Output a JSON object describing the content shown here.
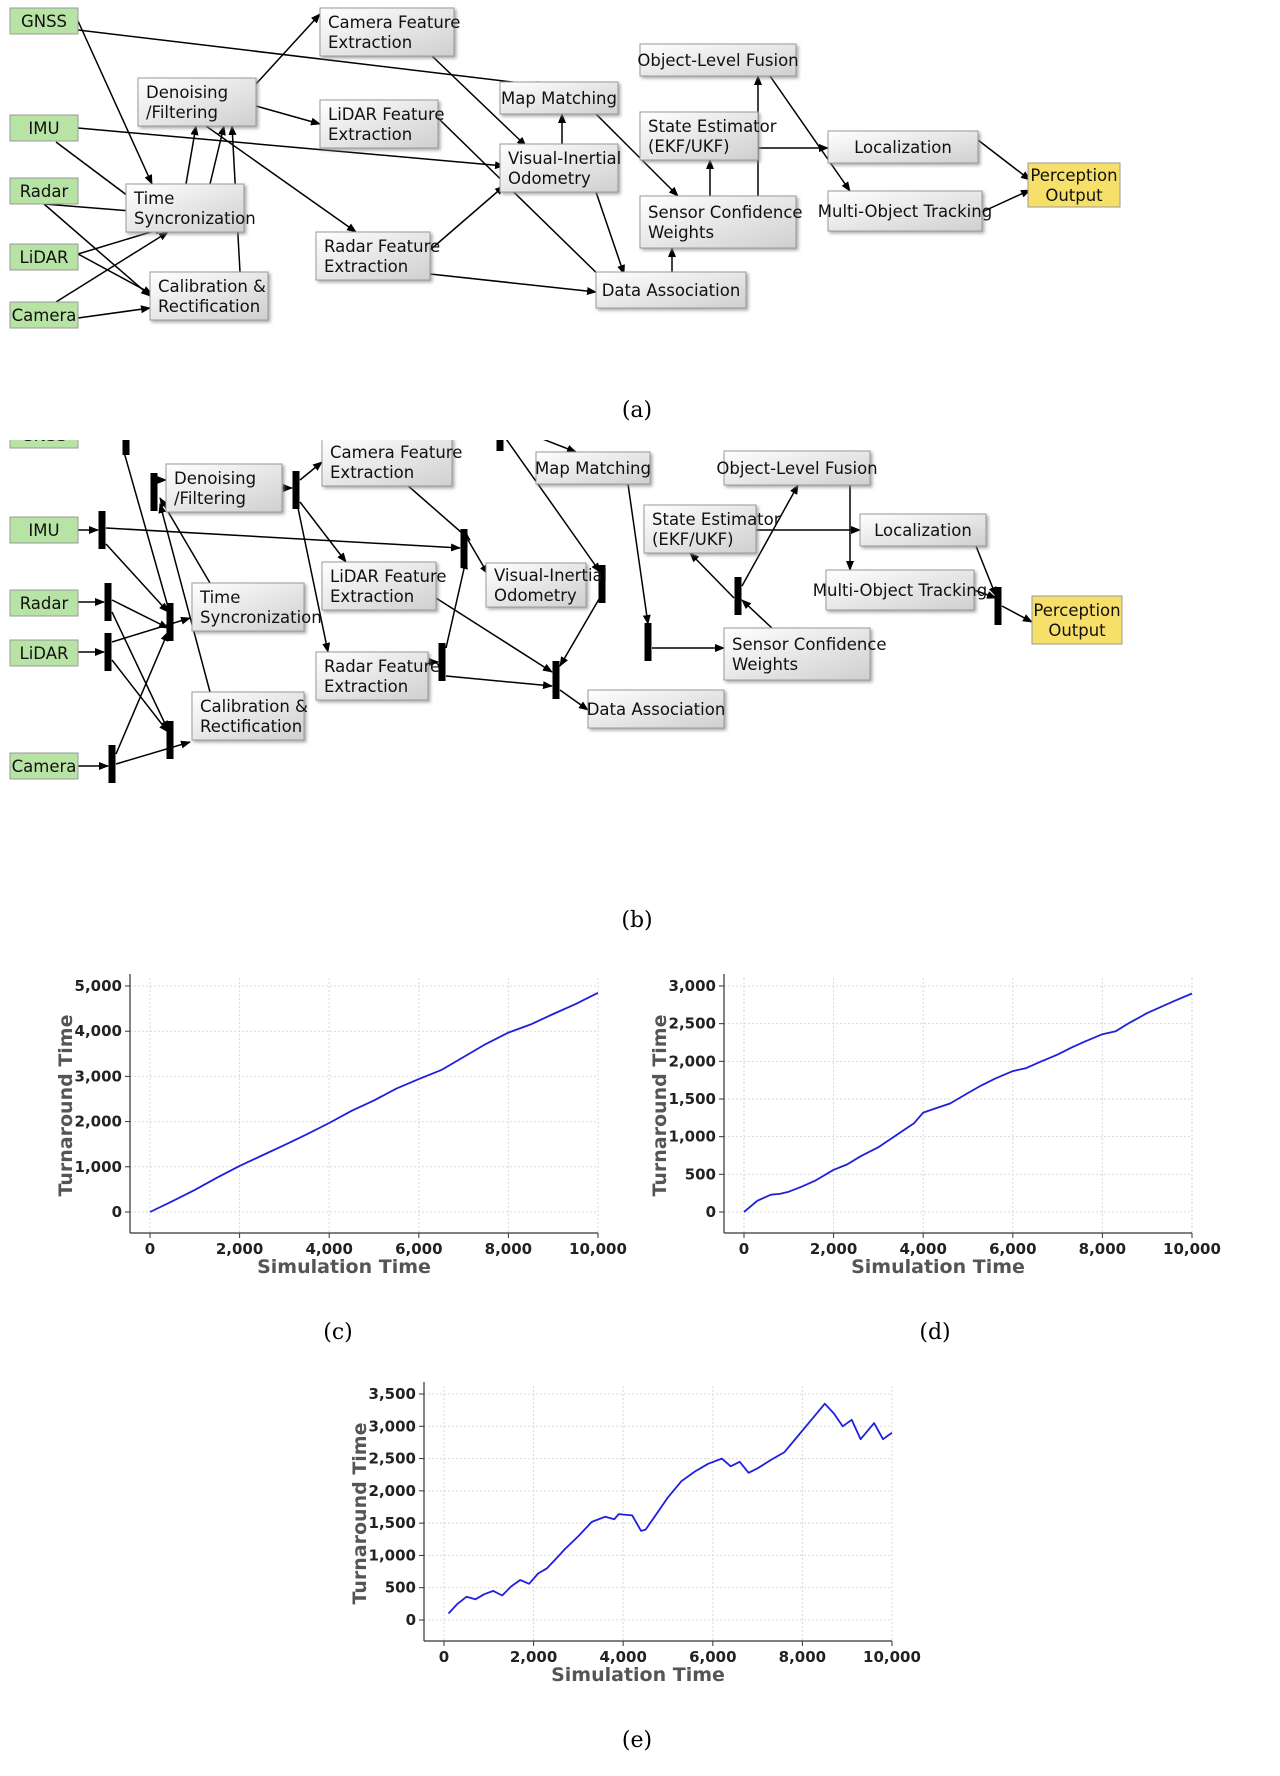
{
  "captions": {
    "a": "(a)",
    "b": "(b)",
    "c": "(c)",
    "d": "(d)",
    "e": "(e)"
  },
  "colors": {
    "sensor": "#b7e3a5",
    "output": "#f7e06a",
    "line": "#1f1fdd"
  },
  "diagram_a": {
    "nodes": [
      {
        "id": "gnss",
        "lines": [
          "GNSS"
        ],
        "kind": "sensor"
      },
      {
        "id": "imu",
        "lines": [
          "IMU"
        ],
        "kind": "sensor"
      },
      {
        "id": "radar",
        "lines": [
          "Radar"
        ],
        "kind": "sensor"
      },
      {
        "id": "lidar",
        "lines": [
          "LiDAR"
        ],
        "kind": "sensor"
      },
      {
        "id": "camera",
        "lines": [
          "Camera"
        ],
        "kind": "sensor"
      },
      {
        "id": "denoise",
        "lines": [
          "Denoising",
          "/Filtering"
        ],
        "kind": "process"
      },
      {
        "id": "timesync",
        "lines": [
          "Time",
          "Syncronization"
        ],
        "kind": "process"
      },
      {
        "id": "calib",
        "lines": [
          "Calibration &",
          "Rectification"
        ],
        "kind": "process"
      },
      {
        "id": "camfeat",
        "lines": [
          "Camera Feature",
          "Extraction"
        ],
        "kind": "process"
      },
      {
        "id": "lidarfeat",
        "lines": [
          "LiDAR Feature",
          "Extraction"
        ],
        "kind": "process"
      },
      {
        "id": "radarfeat",
        "lines": [
          "Radar Feature",
          "Extraction"
        ],
        "kind": "process"
      },
      {
        "id": "mapmatch",
        "lines": [
          "Map Matching"
        ],
        "kind": "process"
      },
      {
        "id": "vio",
        "lines": [
          "Visual-Inertial",
          "Odometry"
        ],
        "kind": "process"
      },
      {
        "id": "dataassoc",
        "lines": [
          "Data Association"
        ],
        "kind": "process"
      },
      {
        "id": "objfusion",
        "lines": [
          "Object-Level Fusion"
        ],
        "kind": "process"
      },
      {
        "id": "stateest",
        "lines": [
          "State Estimator",
          "(EKF/UKF)"
        ],
        "kind": "process"
      },
      {
        "id": "sensconf",
        "lines": [
          "Sensor Confidence",
          "Weights"
        ],
        "kind": "process"
      },
      {
        "id": "localization",
        "lines": [
          "Localization"
        ],
        "kind": "process"
      },
      {
        "id": "mot",
        "lines": [
          "Multi-Object Tracking"
        ],
        "kind": "process"
      },
      {
        "id": "perception",
        "lines": [
          "Perception",
          "Output"
        ],
        "kind": "output"
      }
    ]
  },
  "diagram_b": {
    "nodes": [
      {
        "id": "gnss",
        "lines": [
          "GNSS"
        ],
        "kind": "sensor"
      },
      {
        "id": "imu",
        "lines": [
          "IMU"
        ],
        "kind": "sensor"
      },
      {
        "id": "radar",
        "lines": [
          "Radar"
        ],
        "kind": "sensor"
      },
      {
        "id": "lidar",
        "lines": [
          "LiDAR"
        ],
        "kind": "sensor"
      },
      {
        "id": "camera",
        "lines": [
          "Camera"
        ],
        "kind": "sensor"
      },
      {
        "id": "denoise",
        "lines": [
          "Denoising",
          "/Filtering"
        ],
        "kind": "process"
      },
      {
        "id": "timesync",
        "lines": [
          "Time",
          "Syncronization"
        ],
        "kind": "process"
      },
      {
        "id": "calib",
        "lines": [
          "Calibration &",
          "Rectification"
        ],
        "kind": "process"
      },
      {
        "id": "camfeat",
        "lines": [
          "Camera Feature",
          "Extraction"
        ],
        "kind": "process"
      },
      {
        "id": "lidarfeat",
        "lines": [
          "LiDAR Feature",
          "Extraction"
        ],
        "kind": "process"
      },
      {
        "id": "radarfeat",
        "lines": [
          "Radar Feature",
          "Extraction"
        ],
        "kind": "process"
      },
      {
        "id": "mapmatch",
        "lines": [
          "Map Matching"
        ],
        "kind": "process"
      },
      {
        "id": "vio",
        "lines": [
          "Visual-Inertial",
          "Odometry"
        ],
        "kind": "process"
      },
      {
        "id": "dataassoc",
        "lines": [
          "Data Association"
        ],
        "kind": "process"
      },
      {
        "id": "objfusion",
        "lines": [
          "Object-Level Fusion"
        ],
        "kind": "process"
      },
      {
        "id": "stateest",
        "lines": [
          "State Estimator",
          "(EKF/UKF)"
        ],
        "kind": "process"
      },
      {
        "id": "sensconf",
        "lines": [
          "Sensor Confidence",
          "Weights"
        ],
        "kind": "process"
      },
      {
        "id": "localization",
        "lines": [
          "Localization"
        ],
        "kind": "process"
      },
      {
        "id": "mot",
        "lines": [
          "Multi-Object Tracking"
        ],
        "kind": "process"
      },
      {
        "id": "perception",
        "lines": [
          "Perception",
          "Output"
        ],
        "kind": "output"
      }
    ]
  },
  "chart_data": [
    {
      "id": "c",
      "type": "line",
      "title": "",
      "xlabel": "Simulation Time",
      "ylabel": "Turnaround Time",
      "xlim": [
        0,
        10000
      ],
      "ylim": [
        0,
        5000
      ],
      "xticks": [
        0,
        2000,
        4000,
        6000,
        8000,
        10000
      ],
      "xtick_labels": [
        "0",
        "2,000",
        "4,000",
        "6,000",
        "8,000",
        "10,000"
      ],
      "yticks": [
        0,
        1000,
        2000,
        3000,
        4000,
        5000
      ],
      "ytick_labels": [
        "0",
        "1,000",
        "2,000",
        "3,000",
        "4,000",
        "5,000"
      ],
      "grid": true,
      "series": [
        {
          "x": [
            0,
            500,
            1000,
            1500,
            2000,
            2500,
            3000,
            3500,
            4000,
            4500,
            5000,
            5500,
            6000,
            6500,
            7000,
            7500,
            8000,
            8500,
            9000,
            9500,
            10000
          ],
          "y": [
            0,
            240,
            490,
            760,
            1020,
            1250,
            1480,
            1720,
            1970,
            2240,
            2470,
            2730,
            2940,
            3140,
            3430,
            3720,
            3970,
            4150,
            4380,
            4600,
            4850
          ]
        }
      ]
    },
    {
      "id": "d",
      "type": "line",
      "title": "",
      "xlabel": "Simulation Time",
      "ylabel": "Turnaround Time",
      "xlim": [
        0,
        10000
      ],
      "ylim": [
        0,
        3000
      ],
      "xticks": [
        0,
        2000,
        4000,
        6000,
        8000,
        10000
      ],
      "xtick_labels": [
        "0",
        "2,000",
        "4,000",
        "6,000",
        "8,000",
        "10,000"
      ],
      "yticks": [
        0,
        500,
        1000,
        1500,
        2000,
        2500,
        3000
      ],
      "ytick_labels": [
        "0",
        "500",
        "1,000",
        "1,500",
        "2,000",
        "2,500",
        "3,000"
      ],
      "grid": true,
      "series": [
        {
          "x": [
            0,
            300,
            600,
            800,
            1000,
            1300,
            1600,
            2000,
            2300,
            2600,
            3000,
            3300,
            3500,
            3800,
            4000,
            4300,
            4600,
            5000,
            5300,
            5600,
            6000,
            6300,
            6600,
            7000,
            7300,
            7600,
            8000,
            8300,
            8600,
            9000,
            9300,
            9600,
            10000
          ],
          "y": [
            0,
            150,
            230,
            240,
            270,
            340,
            420,
            560,
            630,
            740,
            860,
            980,
            1060,
            1180,
            1320,
            1380,
            1440,
            1580,
            1680,
            1770,
            1870,
            1910,
            1990,
            2090,
            2180,
            2260,
            2360,
            2400,
            2510,
            2640,
            2720,
            2800,
            2900
          ]
        }
      ]
    },
    {
      "id": "e",
      "type": "line",
      "title": "",
      "xlabel": "Simulation Time",
      "ylabel": "Turnaround Time",
      "xlim": [
        0,
        10000
      ],
      "ylim": [
        0,
        3500
      ],
      "xticks": [
        0,
        2000,
        4000,
        6000,
        8000,
        10000
      ],
      "xtick_labels": [
        "0",
        "2,000",
        "4,000",
        "6,000",
        "8,000",
        "10,000"
      ],
      "yticks": [
        0,
        500,
        1000,
        1500,
        2000,
        2500,
        3000,
        3500
      ],
      "ytick_labels": [
        "0",
        "500",
        "1,000",
        "1,500",
        "2,000",
        "2,500",
        "3,000",
        "3,500"
      ],
      "grid": true,
      "series": [
        {
          "x": [
            100,
            300,
            500,
            700,
            900,
            1100,
            1300,
            1500,
            1700,
            1900,
            2100,
            2300,
            2500,
            2700,
            3000,
            3300,
            3600,
            3800,
            3900,
            4200,
            4400,
            4500,
            4700,
            5000,
            5300,
            5600,
            5900,
            6200,
            6400,
            6600,
            6800,
            7000,
            7300,
            7600,
            7900,
            8200,
            8500,
            8700,
            8900,
            9100,
            9300,
            9600,
            9800,
            10000
          ],
          "y": [
            100,
            250,
            360,
            320,
            400,
            450,
            380,
            520,
            620,
            560,
            720,
            800,
            950,
            1100,
            1300,
            1520,
            1600,
            1560,
            1640,
            1620,
            1380,
            1400,
            1600,
            1900,
            2150,
            2300,
            2420,
            2500,
            2380,
            2450,
            2280,
            2350,
            2480,
            2600,
            2850,
            3100,
            3350,
            3200,
            3000,
            3100,
            2800,
            3050,
            2800,
            2900
          ]
        }
      ]
    }
  ]
}
